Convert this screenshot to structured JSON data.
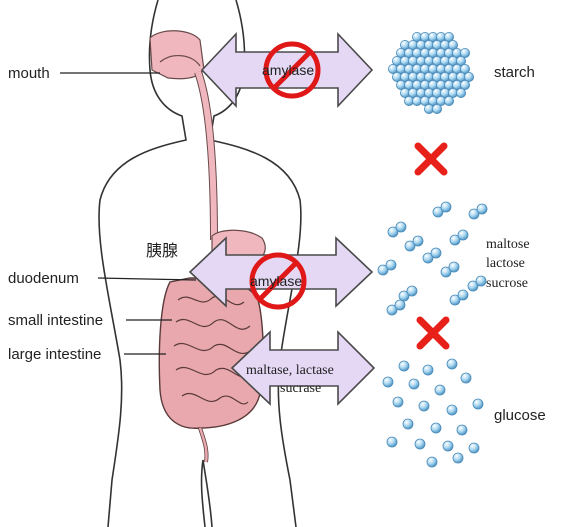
{
  "labels": {
    "mouth": "mouth",
    "pancreas": "胰腺",
    "duodenum": "duodenum",
    "small_intestine": "small intestine",
    "large_intestine": "large intestine",
    "starch": "starch",
    "maltose": "maltose",
    "lactose": "lactose",
    "sucrose": "sucrose",
    "glucose": "glucose"
  },
  "enzymes": {
    "amylase_top": "amylase",
    "amylase_mid": "amylase",
    "disaccharidase_line1": "maltase, lactase",
    "disaccharidase_line2": "sucrase"
  },
  "colors": {
    "arrow_fill": "#e4d8f4",
    "arrow_stroke": "#4a4a4a",
    "prohibit": "#e01818",
    "cross": "#e8201a",
    "molecule": "#8ec8ea",
    "molecule_stroke": "#4a8ab8",
    "organ": "#f0b8be",
    "intestine": "#e8a8ae"
  },
  "icons": [
    "prohibit-icon",
    "red-cross-icon"
  ]
}
